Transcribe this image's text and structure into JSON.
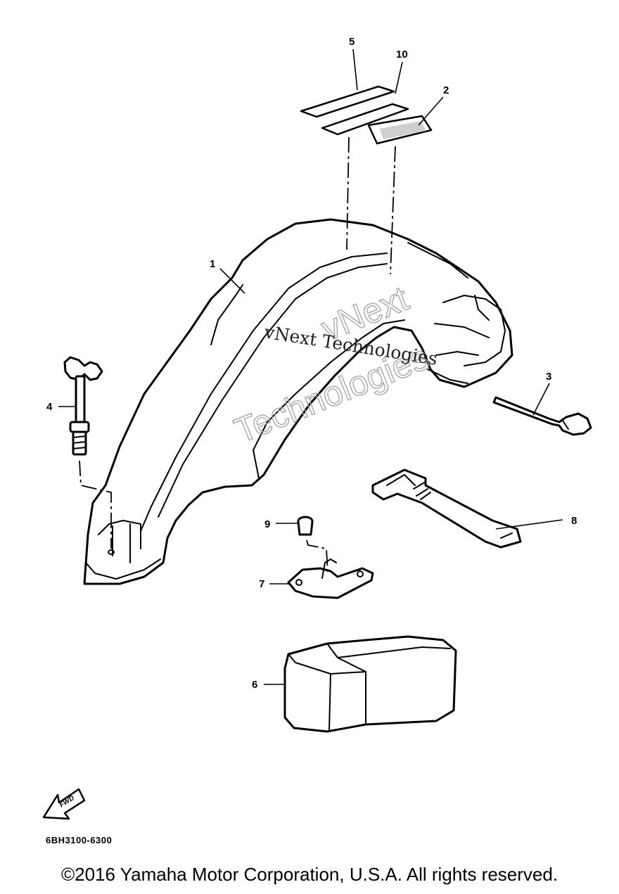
{
  "diagram": {
    "callouts": [
      "1",
      "2",
      "3",
      "4",
      "5",
      "6",
      "7",
      "8",
      "9",
      "10"
    ],
    "watermark": {
      "line_small": "vNext Technologies",
      "line_big_1": "vNext",
      "line_big_2": "Technologies"
    },
    "fwd_label": "FWD",
    "part_code": "6BH3100-6300",
    "copyright": "©2016 Yamaha Motor Corporation, U.S.A. All rights reserved."
  }
}
